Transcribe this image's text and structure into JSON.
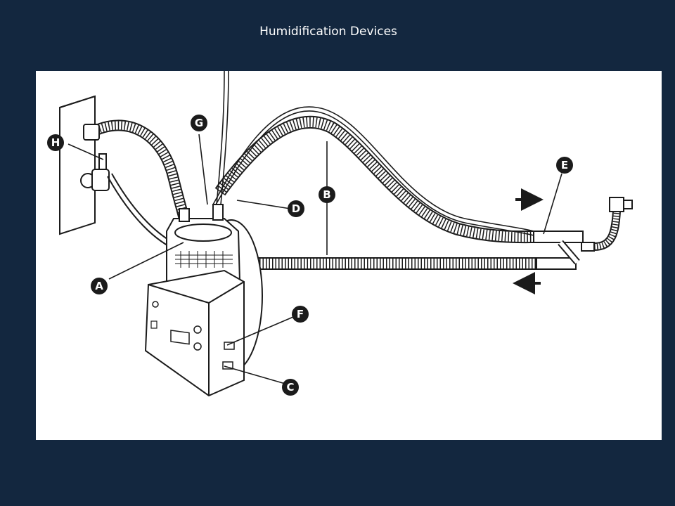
{
  "slide": {
    "title": "Humidification Devices",
    "background_color": "#13273f",
    "title_color": "#ffffff"
  },
  "diagram": {
    "panel_color": "#ffffff",
    "line_color": "#1b1b1b",
    "callouts": [
      {
        "id": "a",
        "label": "A"
      },
      {
        "id": "b",
        "label": "B"
      },
      {
        "id": "c",
        "label": "C"
      },
      {
        "id": "d",
        "label": "D"
      },
      {
        "id": "e",
        "label": "E"
      },
      {
        "id": "f",
        "label": "F"
      },
      {
        "id": "g",
        "label": "G"
      },
      {
        "id": "h",
        "label": "H"
      }
    ]
  }
}
